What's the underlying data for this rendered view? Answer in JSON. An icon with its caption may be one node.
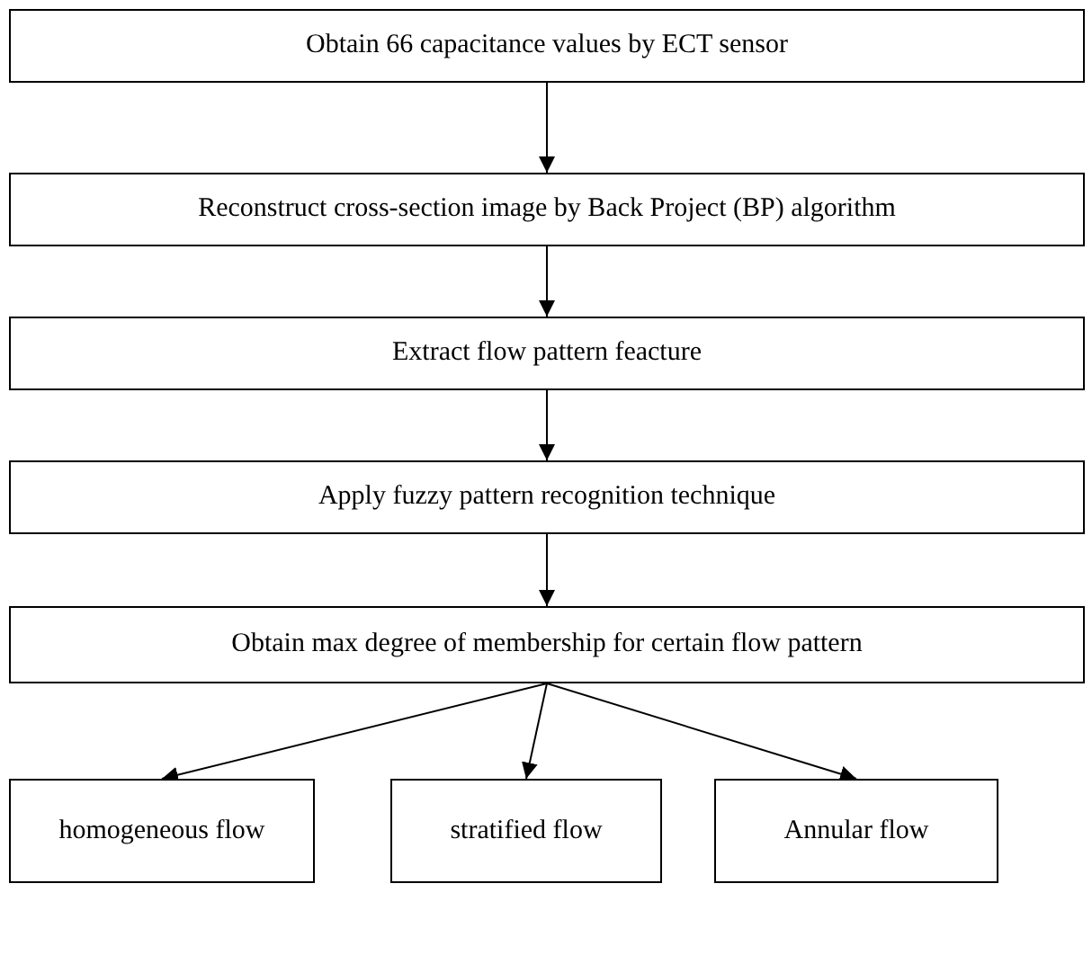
{
  "diagram": {
    "nodes": [
      {
        "text": [
          "Obtain 66 capacitance values by ECT sensor"
        ]
      },
      {
        "text": [
          "Reconstruct cross-section image by Back Project (BP) algorithm"
        ]
      },
      {
        "text": [
          "Extract flow pattern feacture"
        ]
      },
      {
        "text": [
          "Apply fuzzy pattern recognition technique"
        ]
      },
      {
        "text": [
          "Obtain max degree of membership for certain flow pattern"
        ]
      },
      {
        "text": [
          "homogeneous flow"
        ]
      },
      {
        "text": [
          "stratified flow"
        ]
      },
      {
        "text": [
          "Annular flow"
        ]
      }
    ],
    "edges": [
      {
        "from": 0,
        "to": 1,
        "arrow": "to"
      },
      {
        "from": 1,
        "to": 2,
        "arrow": "to"
      },
      {
        "from": 2,
        "to": 3,
        "arrow": "to"
      },
      {
        "from": 3,
        "to": 4,
        "arrow": "to"
      },
      {
        "from": 4,
        "to": 5,
        "arrow": "to"
      },
      {
        "from": 4,
        "to": 6,
        "arrow": "to"
      },
      {
        "from": 4,
        "to": 7,
        "arrow": "to"
      }
    ]
  }
}
